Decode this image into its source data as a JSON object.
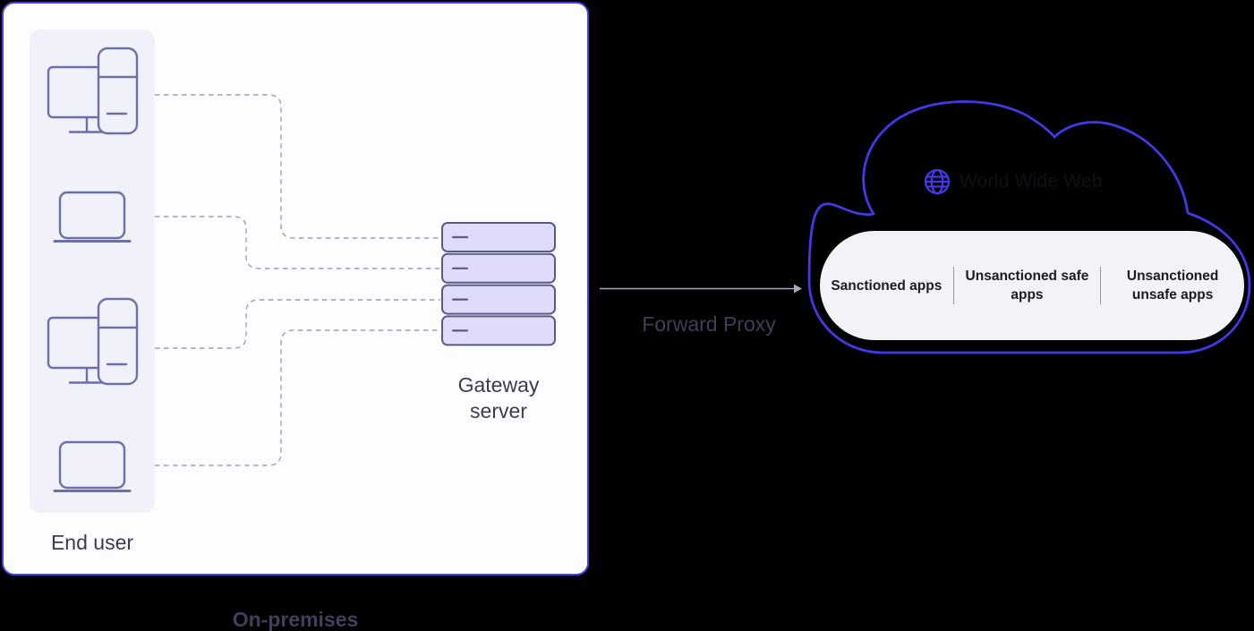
{
  "on_premises": {
    "label": "On-premises",
    "end_user": {
      "label": "End user",
      "devices": [
        {
          "type": "desktop-computer"
        },
        {
          "type": "laptop"
        },
        {
          "type": "desktop-computer"
        },
        {
          "type": "laptop"
        }
      ]
    },
    "gateway_server": {
      "label": "Gateway server"
    }
  },
  "proxy": {
    "label": "Forward Proxy"
  },
  "internet": {
    "label": "World Wide Web",
    "globe_icon": "globe-icon",
    "app_categories": [
      {
        "label": "Sanctioned apps"
      },
      {
        "label": "Unsanctioned safe apps"
      },
      {
        "label": "Unsanctioned unsafe apps"
      }
    ]
  },
  "colors": {
    "background": "#000000",
    "accent_blue": "#4338e8",
    "box_border": "#4741e9",
    "box_fill": "#fdfdff",
    "panel_fill": "#f1f1fa",
    "icon_stroke": "#6e6ea8",
    "server_fill": "#dedcf8",
    "server_stroke": "#5a5a84",
    "connector_gray": "#9d9db5",
    "arrow_gray": "#a6a6bd",
    "label_dark": "#3a3a52",
    "pill_fill": "#f2f2f9",
    "pill_text": "#1b1b24",
    "www_text": "#101019"
  }
}
